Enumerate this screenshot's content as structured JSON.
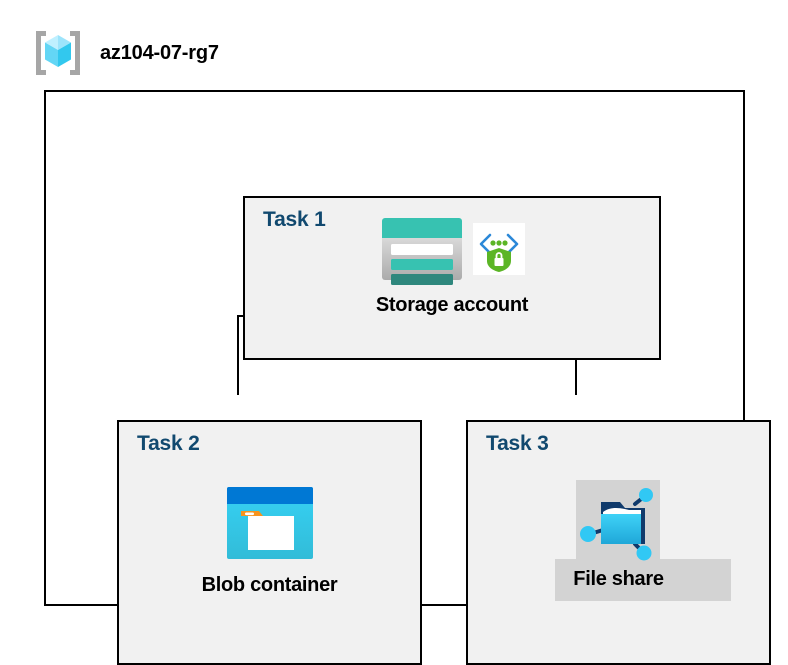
{
  "header": {
    "title": "az104-07-rg7",
    "icon": "resource-group-icon"
  },
  "diagram": {
    "type": "azure-architecture-diagram",
    "container_label": "resource-group",
    "colors": {
      "task_label": "#11496f",
      "box_fill": "#f1f1f1",
      "box_border": "#000000",
      "container_fill": "#ffffff",
      "highlight": "#d3d3d3",
      "storage_teal": "#37c2b1",
      "storage_teal_dark": "#2e877d",
      "blob_blue": "#0078d4",
      "blob_cyan": "#32c8ee",
      "blob_orange": "#f7941e",
      "fileshare_cyan": "#31c8f4",
      "fileshare_navy": "#103a6b",
      "shield_green": "#5bb526",
      "bracket_blue": "#2b88d8",
      "cube_cyan_light": "#9ceaff",
      "cube_cyan_dark": "#32c8ee",
      "bracket_gray": "#a6a6a6"
    },
    "tasks": [
      {
        "id": "task-1",
        "label": "Task 1",
        "node_label": "Storage account",
        "icons": [
          "storage-account-icon",
          "secure-endpoint-icon"
        ]
      },
      {
        "id": "task-2",
        "label": "Task 2",
        "node_label": "Blob container",
        "icons": [
          "blob-container-icon"
        ]
      },
      {
        "id": "task-3",
        "label": "Task 3",
        "node_label": "File share",
        "icons": [
          "file-share-icon"
        ],
        "highlighted": true
      }
    ],
    "connectors": [
      {
        "from": "task-1",
        "to": "task-2"
      },
      {
        "from": "task-1",
        "to": "task-3"
      }
    ]
  }
}
